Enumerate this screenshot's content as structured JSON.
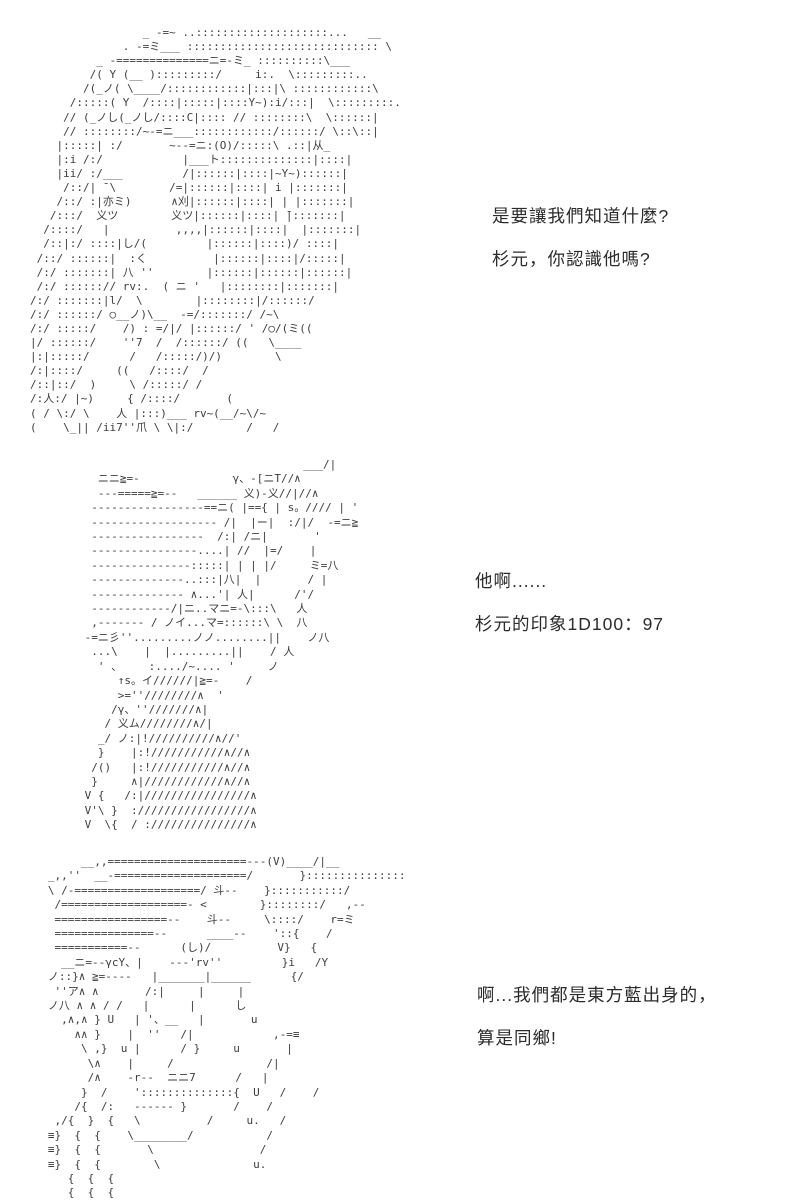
{
  "page": {
    "background_color": "#ffffff",
    "dialogue_text_color": "#2b2b2b",
    "ascii_art_color": "#3d3d3d"
  },
  "dialogues": [
    {
      "lines": [
        "是要讓我們知道什麼?",
        "杉元，你認識他嗎?"
      ]
    },
    {
      "lines": [
        "他啊......",
        "杉元的印象1D100：97"
      ]
    },
    {
      "lines": [
        "啊...我們都是東方藍出身的，",
        "算是同鄉!"
      ]
    }
  ],
  "panels": [
    {
      "depicts": "ascii-art portrait, long-haired character facing left",
      "art_lines": [
        "                 _ -=~ ..::::::::::::::::::::...   __",
        "              . -=ミ___ ::::::::::::::::::::::::::::: \\",
        "          _ -==============ニ=-ミ_ ::::::::::\\___",
        "         /( Y (__ ):::::::::/     i:.  \\:::::::::..",
        "        /(_ノ( \\____/::::::::::::|:::|\\ ::::::::::::\\",
        "      /:::::( Y  /::::|:::::|::::Y~):i/:::|  \\:::::::::.",
        "     // (_ノし(_ノし/::::C|:::: // ::::::::\\  \\::::::|",
        "     // ::::::::/~-=ニ___::::::::::::/::::::/ \\::\\::|",
        "    |:::::| :/       ~--=ニ:(O)/:::::\\ .::|从_",
        "    |:i /:/            |___ト::::::::::::::|::::|",
        "    |ii/ :/___         /|::::::|::::|~Y~)::::::|",
        "     /::/| ̄ \\        /=|::::::|::::| i |:::::::|",
        "    /::/ :|亦ミ)      ∧刈|::::::|::::| | |:::::::|",
        "   /:::/  义ツ        义ツ|::::::|::::| ̄|:::::::|",
        "  /::::/   |          ,,,,|::::::|::::|  |:::::::|",
        "  /::|:/ ::::|し/(         |::::::|::::)/ ::::|",
        " /::/ ::::::|  :く          |::::::|::::|/:::::|",
        " /:/ :::::::| 八 ''        |::::::|::::::|::::::|",
        " /:/ ::::::// rv:.  ( ニ '   |::::::::|:::::::|",
        "/:/ :::::::|l/  \\        |::::::::|/::::::/",
        "/:/ ::::::/ ○__ノ)\\__  -=/:::::::/ /~\\",
        "/:/ :::::/    /) : =/|/ |::::::/ ' /○/(ミ((",
        "|/ ::::::/    ''7  /  /::::::/ ((   \\____",
        "|:|:::::/      /   /:::::/)/)        \\",
        "/:|::::/     ((   /::::/  /",
        "/::|::/  )     \\ /:::::/ /",
        "/:人:/ |~)     { /::::/       (",
        "( / \\:/ \\    人 |:::)___ rv~(__/~\\/~",
        "(    \\_|| /ii7''爪 \\ \\|:/        /   /"
      ]
    },
    {
      "depicts": "ascii-art character with raised arm, hatched shading",
      "art_lines": [
        "                                  ___/|",
        "   ニニ≧=-              γ、-[ニT//∧",
        "   ---=====≧=--   ______ 义)-义//|//∧",
        "  -----------------==ニ( |=={ | s。//// | '",
        "  ------------------- /|  |ー|  :/|/  -=ニ≧",
        "  -----------------  /:| /ニ|       '",
        "  ----------------....| //  |=/    |",
        "  ---------------:::::| | | |/     ミ=八",
        "  --------------..:::|八|  |       / |",
        "  -------------- ∧...'| 人|      /'/",
        "  ------------/|ニ..マニ=-\\:::\\   人",
        "  ,------- / ノイ...マ=::::::\\ \\  八",
        " -=ニ彡''.........ノノ........||    ノ八",
        "  ...\\    |  |.........||    / 人",
        "   ' 、    :..../~.... '     ノ",
        "      ↑s。イ//////|≧=-    /",
        "      >=''////////∧  '",
        "     /γ、''///////∧|",
        "    / 义ム////////∧/|",
        "   _/ ノ:|!//////////∧//'",
        "   }    |:!///////////∧//∧",
        "  /()   |:!///////////∧//∧",
        "  }     ∧|////////////∧//∧",
        " V {   /:|////////////////∧",
        " V'\\ }  ://///////////////∧",
        " V  \\{  / :///////////////∧"
      ]
    },
    {
      "depicts": "ascii-art character waving hand, speed lines",
      "art_lines": [
        "        __,,=====================---(V)____/|__",
        "   _,,''  __-====================/       }:::::::::::::::",
        "   \\ /-===================/ 斗--    }:::::::::::/",
        "    /===================- <        }::::::::/   ,--",
        "    =================--    斗--     \\::::/    r=ミ",
        "    ===============--      ____--    '::{    /",
        "    ===========--      (し)/          V}   {",
        "     __ニ=--γcY、|    ---'rv''         }i   /Y",
        "   ノ::}∧ ≧=----   |_______|______      {/",
        "    ''ア∧ ∧       /:|     |     |",
        "   ノ八 ∧ ∧ / /   |      |      し",
        "     ,∧,∧ } U   | '、__   |       u",
        "       ∧∧ }    |  ''   /|            ,-=≡",
        "        \\ ,}  u |      / }     u       |",
        "         \\∧    |     /              /|",
        "         /∧    -r--  ニニ7      /   |",
        "        }  /    '::::::::::::::{  U   /    /",
        "       /{  /:   ------ }       /    /",
        "    ,/{  }  {   \\          /     u.   /",
        "   ≡}  {  {    \\________/           /",
        "   ≡}  {  {       \\                /",
        "   ≡}  {  {        \\              u.",
        "      {  {  {",
        "      {  {  {"
      ]
    }
  ]
}
